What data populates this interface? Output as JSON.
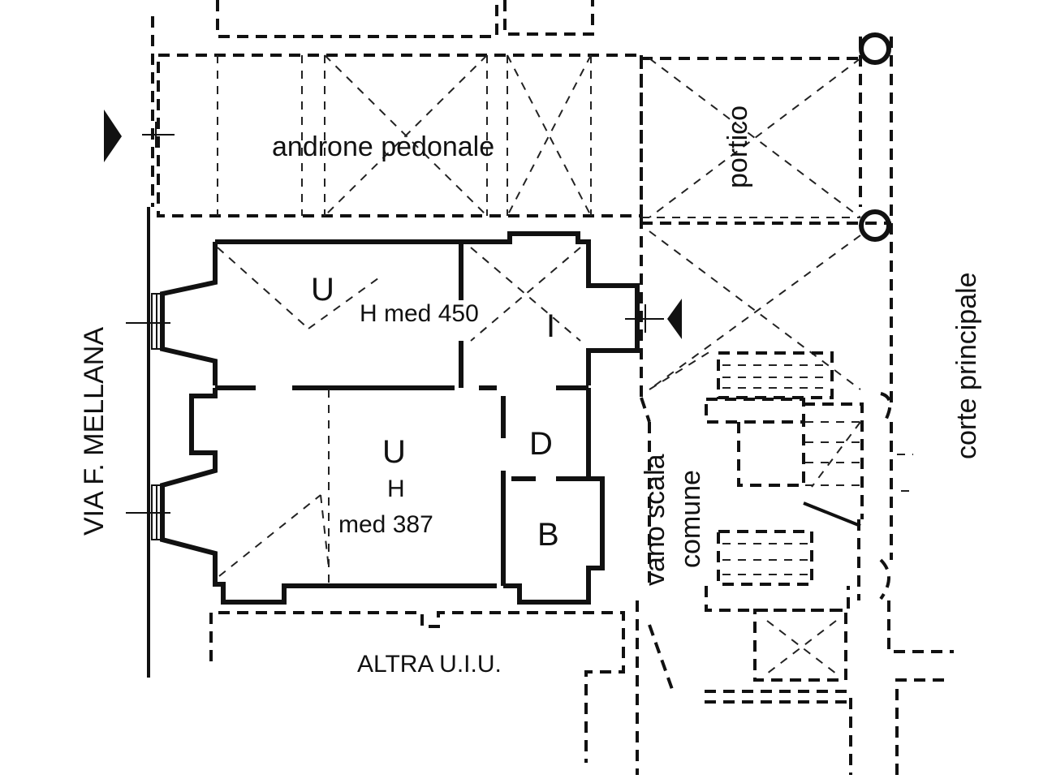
{
  "labels": {
    "androne": "androne pedonale",
    "portico": "portico",
    "corte": "corte principale",
    "via": "VIA F. MELLANA",
    "room_u1": "U",
    "room_u1_height": "H med 450",
    "room_i": "I",
    "room_u2": "U",
    "room_u2_h": "H",
    "room_u2_height": "med 387",
    "room_d": "D",
    "room_b": "B",
    "vano_1": "vano scala",
    "vano_2": "comune",
    "altra": "ALTRA U.I.U."
  }
}
